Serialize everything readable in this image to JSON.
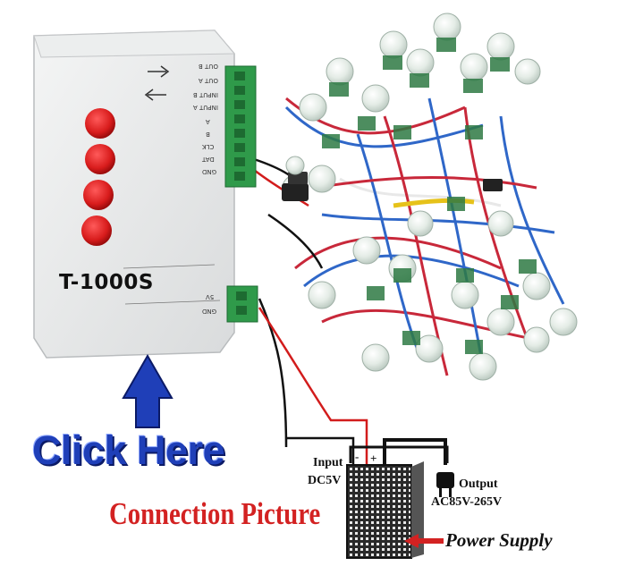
{
  "controller": {
    "model": "T-1000S",
    "ports": [
      "OUT B",
      "OUT A",
      "INPUT B",
      "INPUT A",
      "A",
      "B",
      "CLK",
      "DAT",
      "GND",
      "5V",
      "GND"
    ]
  },
  "labels": {
    "click_here": "Click Here",
    "connection_picture": "Connection Picture",
    "input_line1": "Input",
    "input_line2": "DC5V",
    "output_line1": "Output",
    "output_line2": "AC85V-265V",
    "power_supply": "Power Supply",
    "minus": "-",
    "plus": "+"
  },
  "colors": {
    "arrow_blue": "#1f3fb8",
    "title_red": "#d32222",
    "button_red": "#d81c1c",
    "terminal_green": "#2f9a4a"
  }
}
